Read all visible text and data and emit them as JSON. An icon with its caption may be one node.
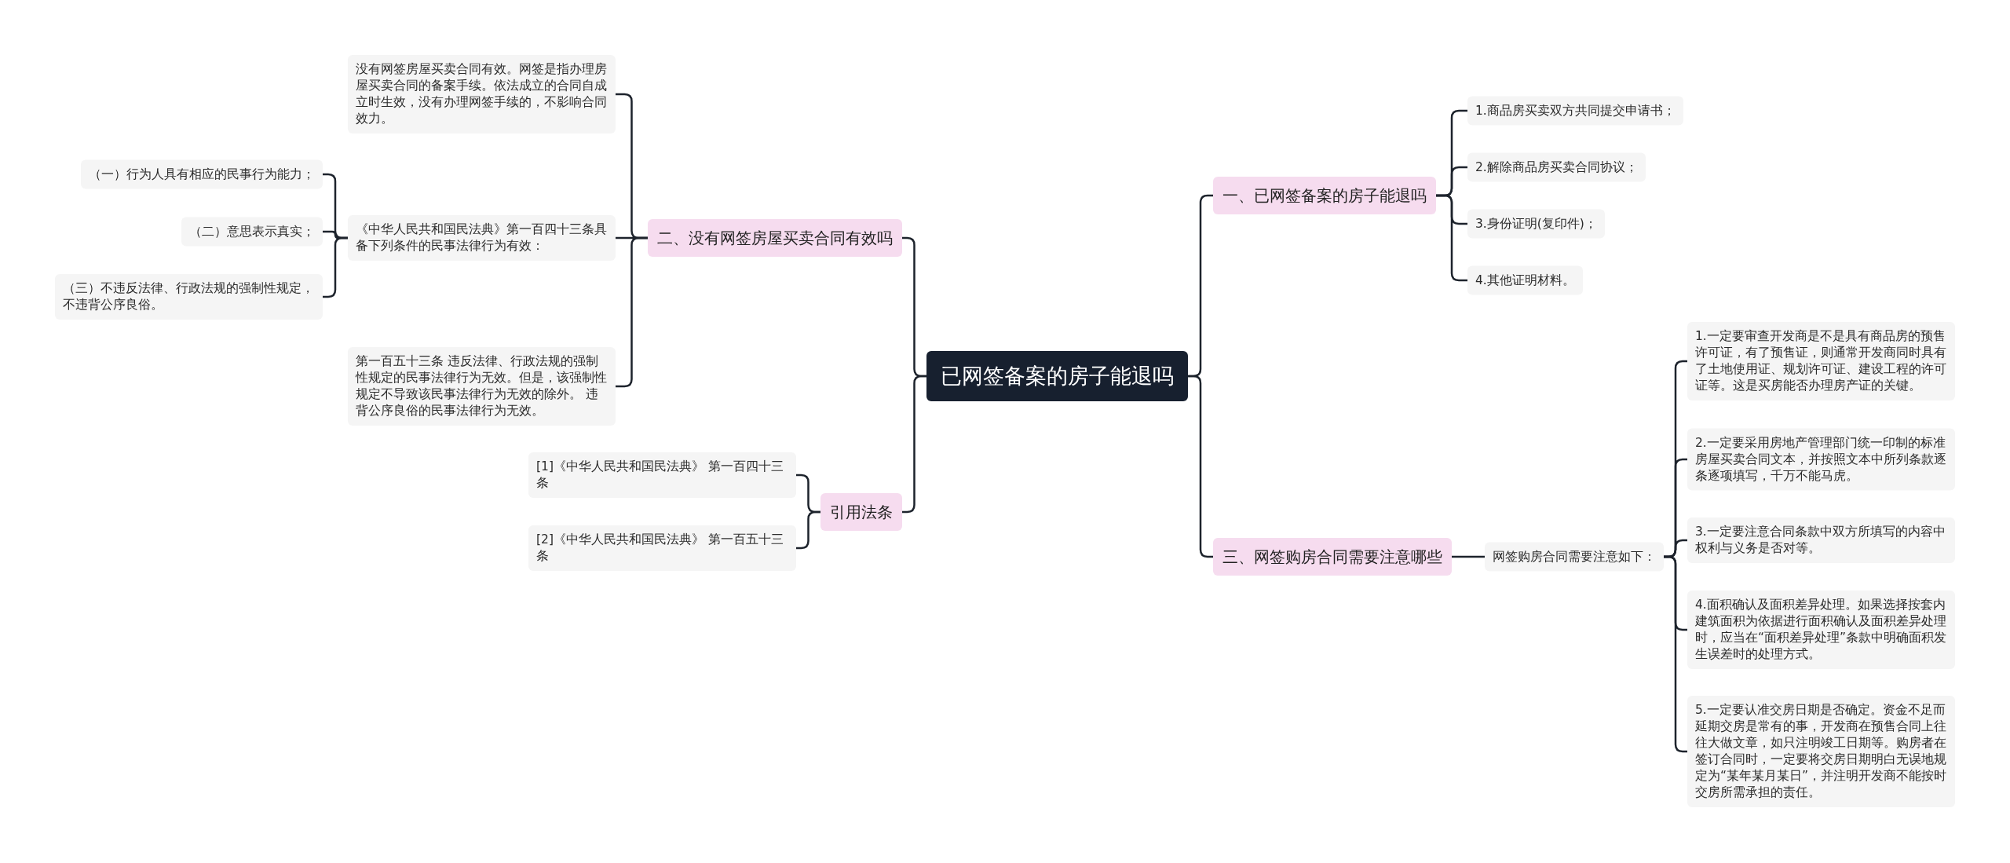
{
  "diagram": {
    "nodes": [
      {
        "text": [
          "已网签备案的房子能退吗"
        ]
      },
      {
        "text": [
          "一、已网签备案的房子能退吗"
        ]
      },
      {
        "text": [
          "1.商品房买卖双方共同提交申请书；"
        ]
      },
      {
        "text": [
          "2.解除商品房买卖合同协议；"
        ]
      },
      {
        "text": [
          "3.身份证明(复印件)；"
        ]
      },
      {
        "text": [
          "4.其他证明材料。"
        ]
      },
      {
        "text": [
          "二、没有网签房屋买卖合同有效吗"
        ]
      },
      {
        "text": [
          "没有网签房屋买卖合同有效。网签是指办理房屋买卖合同的备案手续。依法成立的合同自成立时生效，没有办理网签手续的，不影响合同效力。"
        ]
      },
      {
        "text": [
          "《中华人民共和国民法典》第一百四十三条具备下列条件的民事法律行为有效："
        ]
      },
      {
        "text": [
          "（一）行为人具有相应的民事行为能力；"
        ]
      },
      {
        "text": [
          "（二）意思表示真实；"
        ]
      },
      {
        "text": [
          "（三）不违反法律、行政法规的强制性规定，不违背公序良俗。"
        ]
      },
      {
        "text": [
          "第一百五十三条 违反法律、行政法规的强制性规定的民事法律行为无效。但是，该强制性规定不导致该民事法律行为无效的除外。 违背公序良俗的民事法律行为无效。"
        ]
      },
      {
        "text": [
          "三、网签购房合同需要注意哪些"
        ]
      },
      {
        "text": [
          "网签购房合同需要注意如下："
        ]
      },
      {
        "text": [
          "1.一定要审查开发商是不是具有商品房的预售许可证，有了预售证，则通常开发商同时具有了土地使用证、规划许可证、建设工程的许可证等。这是买房能否办理房产证的关键。"
        ]
      },
      {
        "text": [
          "2.一定要采用房地产管理部门统一印制的标准房屋买卖合同文本，并按照文本中所列条款逐条逐项填写，千万不能马虎。"
        ]
      },
      {
        "text": [
          "3.一定要注意合同条款中双方所填写的内容中权利与义务是否对等。"
        ]
      },
      {
        "text": [
          "4.面积确认及面积差异处理。如果选择按套内建筑面积为依据进行面积确认及面积差异处理时，应当在“面积差异处理”条款中明确面积发生误差时的处理方式。"
        ]
      },
      {
        "text": [
          "5.一定要认准交房日期是否确定。资金不足而延期交房是常有的事，开发商在预售合同上往往大做文章，如只注明竣工日期等。购房者在签订合同时，一定要将交房日期明白无误地规定为“某年某月某日”，并注明开发商不能按时交房所需承担的责任。"
        ]
      },
      {
        "text": [
          "引用法条"
        ]
      },
      {
        "text": [
          "[1]《中华人民共和国民法典》 第一百四十三条"
        ]
      },
      {
        "text": [
          "[2]《中华人民共和国民法典》 第一百五十三条"
        ]
      }
    ],
    "edges": [
      {
        "from": 0,
        "to": 1,
        "arrow": "none"
      },
      {
        "from": 1,
        "to": 2,
        "arrow": "none"
      },
      {
        "from": 1,
        "to": 3,
        "arrow": "none"
      },
      {
        "from": 1,
        "to": 4,
        "arrow": "none"
      },
      {
        "from": 1,
        "to": 5,
        "arrow": "none"
      },
      {
        "from": 0,
        "to": 6,
        "arrow": "none"
      },
      {
        "from": 6,
        "to": 7,
        "arrow": "none"
      },
      {
        "from": 6,
        "to": 8,
        "arrow": "none"
      },
      {
        "from": 8,
        "to": 9,
        "arrow": "none"
      },
      {
        "from": 8,
        "to": 10,
        "arrow": "none"
      },
      {
        "from": 8,
        "to": 11,
        "arrow": "none"
      },
      {
        "from": 6,
        "to": 12,
        "arrow": "none"
      },
      {
        "from": 0,
        "to": 13,
        "arrow": "none"
      },
      {
        "from": 13,
        "to": 14,
        "arrow": "none"
      },
      {
        "from": 14,
        "to": 15,
        "arrow": "none"
      },
      {
        "from": 14,
        "to": 16,
        "arrow": "none"
      },
      {
        "from": 14,
        "to": 17,
        "arrow": "none"
      },
      {
        "from": 14,
        "to": 18,
        "arrow": "none"
      },
      {
        "from": 14,
        "to": 19,
        "arrow": "none"
      },
      {
        "from": 0,
        "to": 20,
        "arrow": "none"
      },
      {
        "from": 20,
        "to": 21,
        "arrow": "none"
      },
      {
        "from": 20,
        "to": 22,
        "arrow": "none"
      }
    ]
  }
}
